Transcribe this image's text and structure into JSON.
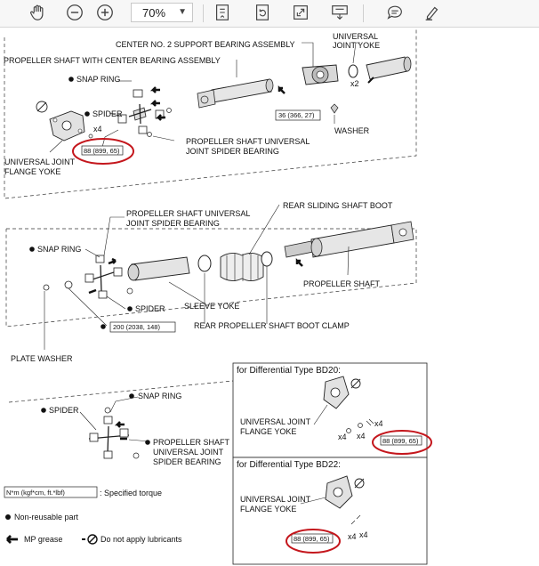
{
  "toolbar": {
    "zoom": "70%",
    "icons": [
      "hand-icon",
      "zoom-out-icon",
      "zoom-in-icon",
      "page-fit-icon",
      "rotate-icon",
      "expand-icon",
      "download-icon",
      "comment-icon",
      "highlight-pen-icon"
    ]
  },
  "diagram": {
    "top": {
      "center_bearing": "CENTER NO. 2 SUPPORT BEARING ASSEMBLY",
      "universal_joint_yoke_1": "UNIVERSAL",
      "universal_joint_yoke_2": "JOINT YOKE",
      "prop_shaft_center": "PROPELLER SHAFT WITH CENTER BEARING ASSEMBLY",
      "snap_ring": "SNAP RING",
      "spider": "SPIDER",
      "x4": "x4",
      "x2": "x2",
      "torque_36": "36 (366, 27)",
      "washer": "WASHER",
      "torque_88": "88 (899, 65)",
      "spider_bearing_1": "PROPELLER SHAFT UNIVERSAL",
      "spider_bearing_2": "JOINT SPIDER BEARING",
      "flange_yoke_1": "UNIVERSAL JOINT",
      "flange_yoke_2": "FLANGE YOKE"
    },
    "middle": {
      "spider_bearing_1": "PROPELLER SHAFT UNIVERSAL",
      "spider_bearing_2": "JOINT SPIDER BEARING",
      "rear_boot": "REAR SLIDING SHAFT BOOT",
      "snap_ring": "SNAP RING",
      "propeller_shaft": "PROPELLER SHAFT",
      "spider": "SPIDER",
      "sleeve_yoke": "SLEEVE YOKE",
      "torque_200": "200 (2038, 148)",
      "boot_clamp": "REAR PROPELLER SHAFT BOOT CLAMP",
      "plate_washer": "PLATE WASHER"
    },
    "bottom": {
      "snap_ring": "SNAP RING",
      "spider": "SPIDER",
      "spider_bearing_1": "PROPELLER SHAFT",
      "spider_bearing_2": "UNIVERSAL JOINT",
      "spider_bearing_3": "SPIDER BEARING",
      "bd20_title": "for Differential Type BD20:",
      "bd20_flange_1": "UNIVERSAL JOINT",
      "bd20_flange_2": "FLANGE YOKE",
      "bd20_x4a": "x4",
      "bd20_x4b": "x4",
      "bd20_x4c": "x4",
      "bd20_torque": "88 (899, 65)",
      "bd22_title": "for Differential Type BD22:",
      "bd22_flange_1": "UNIVERSAL JOINT",
      "bd22_flange_2": "FLANGE YOKE",
      "bd22_x4a": "x4",
      "bd22_x4b": "x4",
      "bd22_torque": "88 (899, 65)"
    },
    "legend": {
      "torque_unit": "N*m (kgf*cm, ft.*lbf)",
      "torque_desc": ": Specified torque",
      "non_reusable": "Non-reusable part",
      "mp_grease": "MP grease",
      "no_lube": "Do not apply lubricants"
    },
    "highlight_color": "#c4161c"
  }
}
